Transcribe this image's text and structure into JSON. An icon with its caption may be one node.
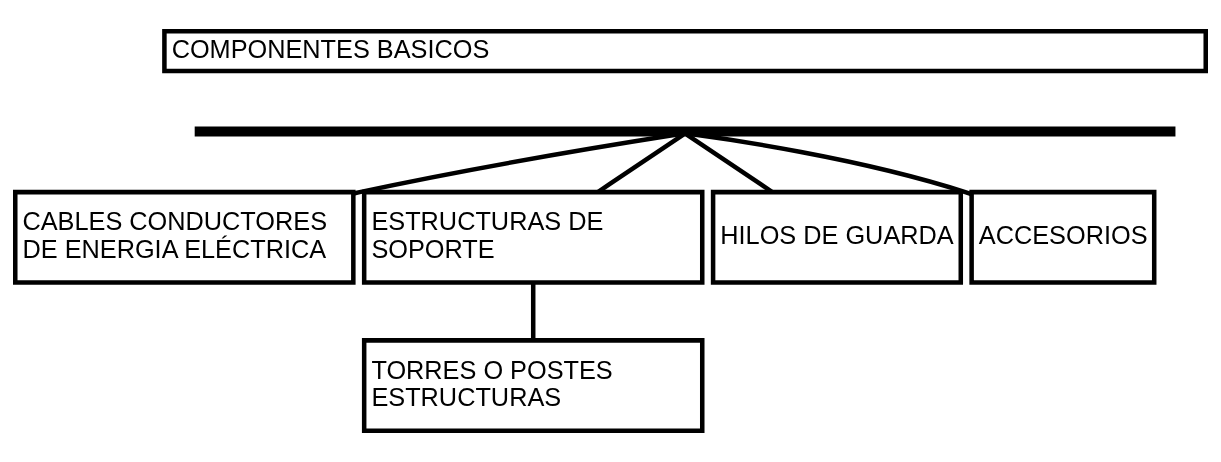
{
  "diagram": {
    "nodes": [
      {
        "text": [
          "COMPONENTES BASICOS"
        ]
      },
      {
        "text": [],
        "shape": "bar"
      },
      {
        "text": [
          "CABLES CONDUCTORES DE ENERGIA ELÉCTRICA"
        ]
      },
      {
        "text": [
          "ESTRUCTURAS DE SOPORTE"
        ]
      },
      {
        "text": [
          "HILOS DE GUARDA"
        ]
      },
      {
        "text": [
          "ACCESORIOS"
        ]
      },
      {
        "text": [
          "TORRES O POSTES ESTRUCTURAS"
        ]
      }
    ],
    "edges": [
      {
        "from": 1,
        "to": 2,
        "arrow": "none"
      },
      {
        "from": 1,
        "to": 3,
        "arrow": "none"
      },
      {
        "from": 1,
        "to": 4,
        "arrow": "none"
      },
      {
        "from": 1,
        "to": 5,
        "arrow": "none"
      },
      {
        "from": 3,
        "to": 6,
        "arrow": "none"
      }
    ]
  }
}
